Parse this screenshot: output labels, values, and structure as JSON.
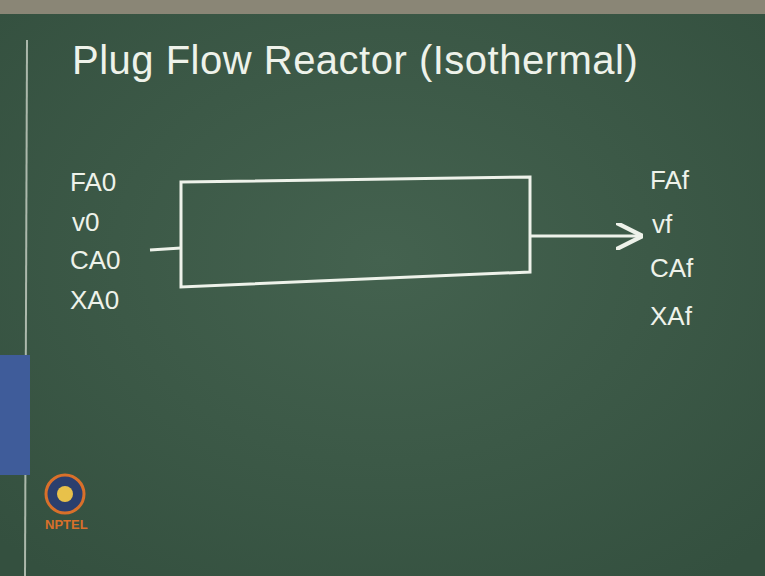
{
  "diagram": {
    "title": "Plug Flow Reactor (Isothermal)",
    "labels": [
      "FA0",
      "v0",
      "CA0",
      "XA0",
      "FAf",
      "vf",
      "CAf",
      "XAf",
      "NPTEL"
    ]
  }
}
